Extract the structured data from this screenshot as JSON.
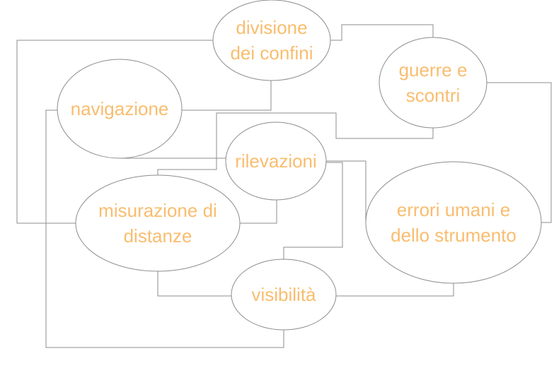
{
  "diagram": {
    "label_color": "#f9bd6f",
    "line_color": "#8c8c8c",
    "nodes": [
      {
        "id": "divisione",
        "lines": [
          "divisione",
          "dei confini"
        ]
      },
      {
        "id": "guerre",
        "lines": [
          "guerre e",
          "scontri"
        ]
      },
      {
        "id": "navigazione",
        "lines": [
          "navigazione"
        ]
      },
      {
        "id": "rilevazioni",
        "lines": [
          "rilevazioni"
        ]
      },
      {
        "id": "misurazione",
        "lines": [
          "misurazione di",
          "distanze"
        ]
      },
      {
        "id": "errori",
        "lines": [
          "errori umani e",
          "dello strumento"
        ]
      },
      {
        "id": "visibilita",
        "lines": [
          "visibilità"
        ]
      }
    ],
    "edges": [
      {
        "from": "divisione",
        "to": "guerre"
      },
      {
        "from": "divisione",
        "to": "navigazione"
      },
      {
        "from": "divisione",
        "to": "misurazione"
      },
      {
        "from": "guerre",
        "to": "rilevazioni"
      },
      {
        "from": "guerre",
        "to": "errori"
      },
      {
        "from": "navigazione",
        "to": "rilevazioni"
      },
      {
        "from": "navigazione",
        "to": "visibilita"
      },
      {
        "from": "rilevazioni",
        "to": "misurazione"
      },
      {
        "from": "rilevazioni",
        "to": "errori"
      },
      {
        "from": "rilevazioni",
        "to": "visibilita"
      },
      {
        "from": "misurazione",
        "to": "visibilita"
      },
      {
        "from": "errori",
        "to": "visibilita"
      }
    ]
  }
}
